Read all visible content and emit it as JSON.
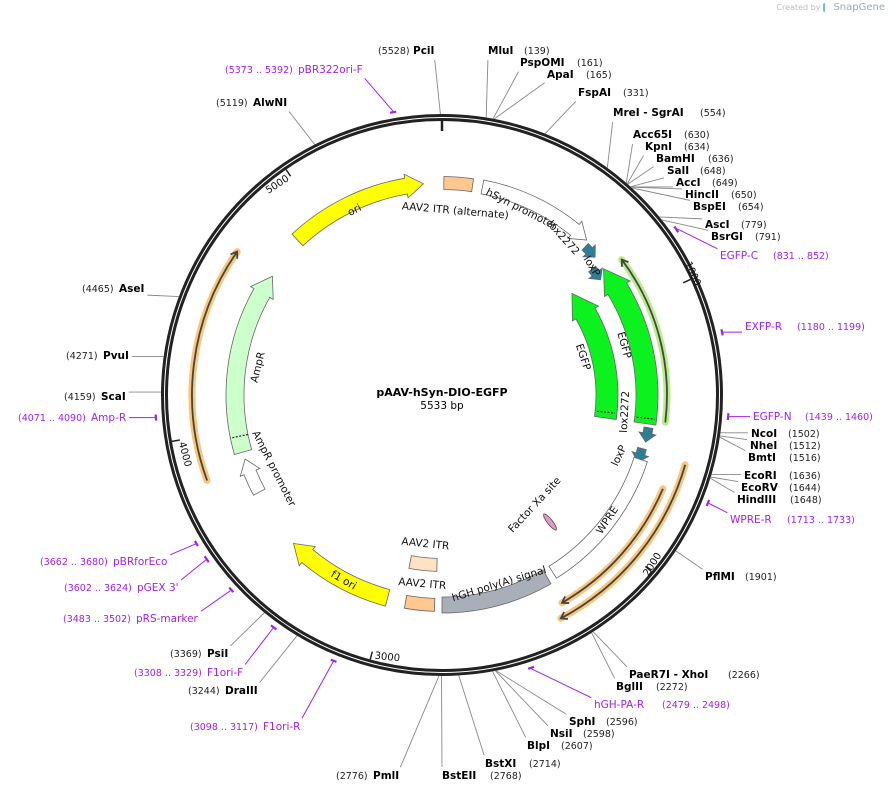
{
  "branding": {
    "created_by": "Created by",
    "logo": "SnapGene"
  },
  "map": {
    "name": "pAAV-hSyn-DIO-EGFP",
    "length": "5533 bp"
  },
  "colors": {
    "backbone": "#222222",
    "enzyme_line": "#888888",
    "primer": "#a020f0",
    "orf_orange": "#f9c67a",
    "orf_green": "#b7ee8a"
  },
  "ticks": [
    "1000",
    "2000",
    "3000",
    "4000",
    "5000"
  ],
  "enzymes": [
    {
      "name": "PciI",
      "pos": "(5528)"
    },
    {
      "name": "MluI",
      "pos": "(139)"
    },
    {
      "name": "PspOMI",
      "pos": "(161)"
    },
    {
      "name": "ApaI",
      "pos": "(165)"
    },
    {
      "name": "FspAI",
      "pos": "(331)"
    },
    {
      "name": "MreI  - SgrAI",
      "pos": "(554)"
    },
    {
      "name": "Acc65I",
      "pos": "(630)"
    },
    {
      "name": "KpnI",
      "pos": "(634)"
    },
    {
      "name": "BamHI",
      "pos": "(636)"
    },
    {
      "name": "SalI",
      "pos": "(648)"
    },
    {
      "name": "AccI",
      "pos": "(649)"
    },
    {
      "name": "HincII",
      "pos": "(650)"
    },
    {
      "name": "BspEI",
      "pos": "(654)"
    },
    {
      "name": "AscI",
      "pos": "(779)"
    },
    {
      "name": "BsrGI",
      "pos": "(791)"
    },
    {
      "name": "NcoI",
      "pos": "(1502)"
    },
    {
      "name": "NheI",
      "pos": "(1512)"
    },
    {
      "name": "BmtI",
      "pos": "(1516)"
    },
    {
      "name": "EcoRI",
      "pos": "(1636)"
    },
    {
      "name": "EcoRV",
      "pos": "(1644)"
    },
    {
      "name": "HindIII",
      "pos": "(1648)"
    },
    {
      "name": "PflMI",
      "pos": "(1901)"
    },
    {
      "name": "PaeR7I  - XhoI",
      "pos": "(2266)"
    },
    {
      "name": "BglII",
      "pos": "(2272)"
    },
    {
      "name": "SphI",
      "pos": "(2596)"
    },
    {
      "name": "NsiI",
      "pos": "(2598)"
    },
    {
      "name": "BlpI",
      "pos": "(2607)"
    },
    {
      "name": "BstXI",
      "pos": "(2714)"
    },
    {
      "name": "BstEII",
      "pos": "(2768)"
    },
    {
      "name": "PmlI",
      "pos": "(2776)"
    },
    {
      "name": "DraIII",
      "pos": "(3244)"
    },
    {
      "name": "PsiI",
      "pos": "(3369)"
    },
    {
      "name": "ScaI",
      "pos": "(4159)"
    },
    {
      "name": "PvuI",
      "pos": "(4271)"
    },
    {
      "name": "AseI",
      "pos": "(4465)"
    },
    {
      "name": "AlwNI",
      "pos": "(5119)"
    }
  ],
  "primers": [
    {
      "name": "pBR322ori-F",
      "range": "(5373 .. 5392)"
    },
    {
      "name": "EGFP-C",
      "range": "(831 .. 852)"
    },
    {
      "name": "EXFP-R",
      "range": "(1180 .. 1199)"
    },
    {
      "name": "EGFP-N",
      "range": "(1439 .. 1460)"
    },
    {
      "name": "WPRE-R",
      "range": "(1713 .. 1733)"
    },
    {
      "name": "hGH-PA-R",
      "range": "(2479 .. 2498)"
    },
    {
      "name": "F1ori-R",
      "range": "(3098 .. 3117)"
    },
    {
      "name": "F1ori-F",
      "range": "(3308 .. 3329)"
    },
    {
      "name": "pRS-marker",
      "range": "(3483 .. 3502)"
    },
    {
      "name": "pGEX 3'",
      "range": "(3602 .. 3624)"
    },
    {
      "name": "pBRforEco",
      "range": "(3662 .. 3680)"
    },
    {
      "name": "Amp-R",
      "range": "(4071 .. 4090)"
    }
  ],
  "features": [
    {
      "label": "ori",
      "color": "#ffff00"
    },
    {
      "label": "AAV2 ITR (alternate)",
      "color": "#ffc891"
    },
    {
      "label": "hSyn promoter",
      "color": "#ffffff"
    },
    {
      "label": "lox2272",
      "color": "#2e7f96"
    },
    {
      "label": "loxP",
      "color": "#2e7f96"
    },
    {
      "label": "EGFP",
      "color": "#0cf21e"
    },
    {
      "label": "EGFP",
      "color": "#0cf21e"
    },
    {
      "label": "lox2272",
      "color": "#2e7f96"
    },
    {
      "label": "loxP",
      "color": "#2e7f96"
    },
    {
      "label": "WPRE",
      "color": "#ffffff"
    },
    {
      "label": "Factor Xa site",
      "color": "#d9a0c0"
    },
    {
      "label": "hGH poly(A) signal",
      "color": "#a9afb8"
    },
    {
      "label": "AAV2 ITR",
      "color": "#ffe2c4"
    },
    {
      "label": "AAV2 ITR",
      "color": "#ffc891"
    },
    {
      "label": "f1 ori",
      "color": "#ffff00"
    },
    {
      "label": "AmpR",
      "color": "#ccffcc"
    },
    {
      "label": "AmpR promoter",
      "color": "#ffffff"
    }
  ]
}
